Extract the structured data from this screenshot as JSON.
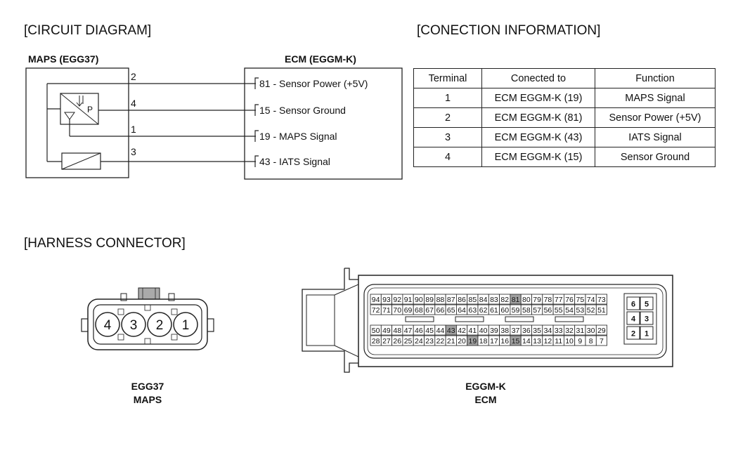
{
  "sections": {
    "circuit": "[CIRCUIT DIAGRAM]",
    "connection": "[CONECTION INFORMATION]",
    "harness": "[HARNESS CONNECTOR]"
  },
  "circuit": {
    "maps_title": "MAPS (EGG37)",
    "ecm_title": "ECM (EGGM-K)",
    "sensor_p_label": "P",
    "wires": [
      {
        "pin": "2",
        "ecm_label": "81 - Sensor Power (+5V)"
      },
      {
        "pin": "4",
        "ecm_label": "15 - Sensor Ground"
      },
      {
        "pin": "1",
        "ecm_label": "19 - MAPS Signal"
      },
      {
        "pin": "3",
        "ecm_label": "43 - IATS Signal"
      }
    ]
  },
  "table": {
    "headers": [
      "Terminal",
      "Conected to",
      "Function"
    ],
    "rows": [
      [
        "1",
        "ECM EGGM-K (19)",
        "MAPS Signal"
      ],
      [
        "2",
        "ECM EGGM-K (81)",
        "Sensor Power (+5V)"
      ],
      [
        "3",
        "ECM EGGM-K (43)",
        "IATS Signal"
      ],
      [
        "4",
        "ECM EGGM-K (15)",
        "Sensor Ground"
      ]
    ]
  },
  "maps_connector": {
    "pins": [
      "4",
      "3",
      "2",
      "1"
    ],
    "caption_line1": "EGG37",
    "caption_line2": "MAPS"
  },
  "ecm_connector": {
    "row1": [
      "94",
      "93",
      "92",
      "91",
      "90",
      "89",
      "88",
      "87",
      "86",
      "85",
      "84",
      "83",
      "82",
      "81",
      "80",
      "79",
      "78",
      "77",
      "76",
      "75",
      "74",
      "73"
    ],
    "row2": [
      "72",
      "71",
      "70",
      "69",
      "68",
      "67",
      "66",
      "65",
      "64",
      "63",
      "62",
      "61",
      "60",
      "59",
      "58",
      "57",
      "56",
      "55",
      "54",
      "53",
      "52",
      "51"
    ],
    "row3": [
      "50",
      "49",
      "48",
      "47",
      "46",
      "45",
      "44",
      "43",
      "42",
      "41",
      "40",
      "39",
      "38",
      "37",
      "36",
      "35",
      "34",
      "33",
      "32",
      "31",
      "30",
      "29"
    ],
    "row4": [
      "28",
      "27",
      "26",
      "25",
      "24",
      "23",
      "22",
      "21",
      "20",
      "19",
      "18",
      "17",
      "16",
      "15",
      "14",
      "13",
      "12",
      "11",
      "10",
      "9",
      "8",
      "7"
    ],
    "highlighted": [
      "81",
      "43",
      "19",
      "15"
    ],
    "small_block": [
      [
        "6",
        "5"
      ],
      [
        "4",
        "3"
      ],
      [
        "2",
        "1"
      ]
    ],
    "caption_line1": "EGGM-K",
    "caption_line2": "ECM"
  }
}
